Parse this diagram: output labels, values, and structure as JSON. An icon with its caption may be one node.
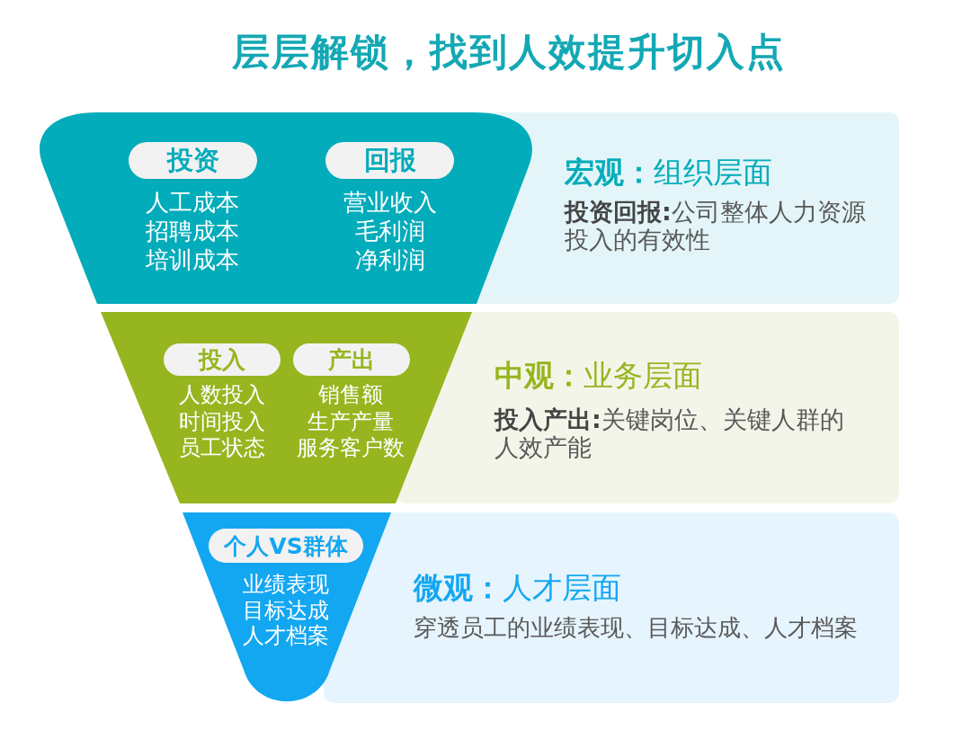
{
  "diagram": {
    "title": "层层解锁，找到人效提升切入点",
    "nodes": [
      {
        "text": [],
        "shape": "trapezoid"
      },
      {
        "text": [
          "投资"
        ],
        "in": 0,
        "beside": [
          "人工成本",
          "招聘成本",
          "培训成本"
        ]
      },
      {
        "text": [
          "回报"
        ],
        "in": 0,
        "beside": [
          "营业收入",
          "毛利润",
          "净利润"
        ]
      },
      {
        "text": [
          "**宏观：**组织层面",
          "**投资回报:**公司整体人力资源投入的有效性"
        ]
      },
      {
        "text": [],
        "shape": "trapezoid"
      },
      {
        "text": [
          "投入"
        ],
        "in": 4,
        "beside": [
          "人数投入",
          "时间投入",
          "员工状态"
        ]
      },
      {
        "text": [
          "产出"
        ],
        "in": 4,
        "beside": [
          "销售额",
          "生产产量",
          "服务客户数"
        ]
      },
      {
        "text": [
          "**中观：**业务层面",
          "**投入产出:**关键岗位、关键人群的人效产能"
        ]
      },
      {
        "text": [],
        "shape": "triangle"
      },
      {
        "text": [
          "个人VS群体"
        ],
        "in": 8,
        "beside": [
          "业绩表现",
          "目标达成",
          "人才档案"
        ]
      },
      {
        "text": [
          "**微观：**人才层面",
          "穿透员工的业绩表现、目标达成、人才档案"
        ]
      }
    ]
  }
}
